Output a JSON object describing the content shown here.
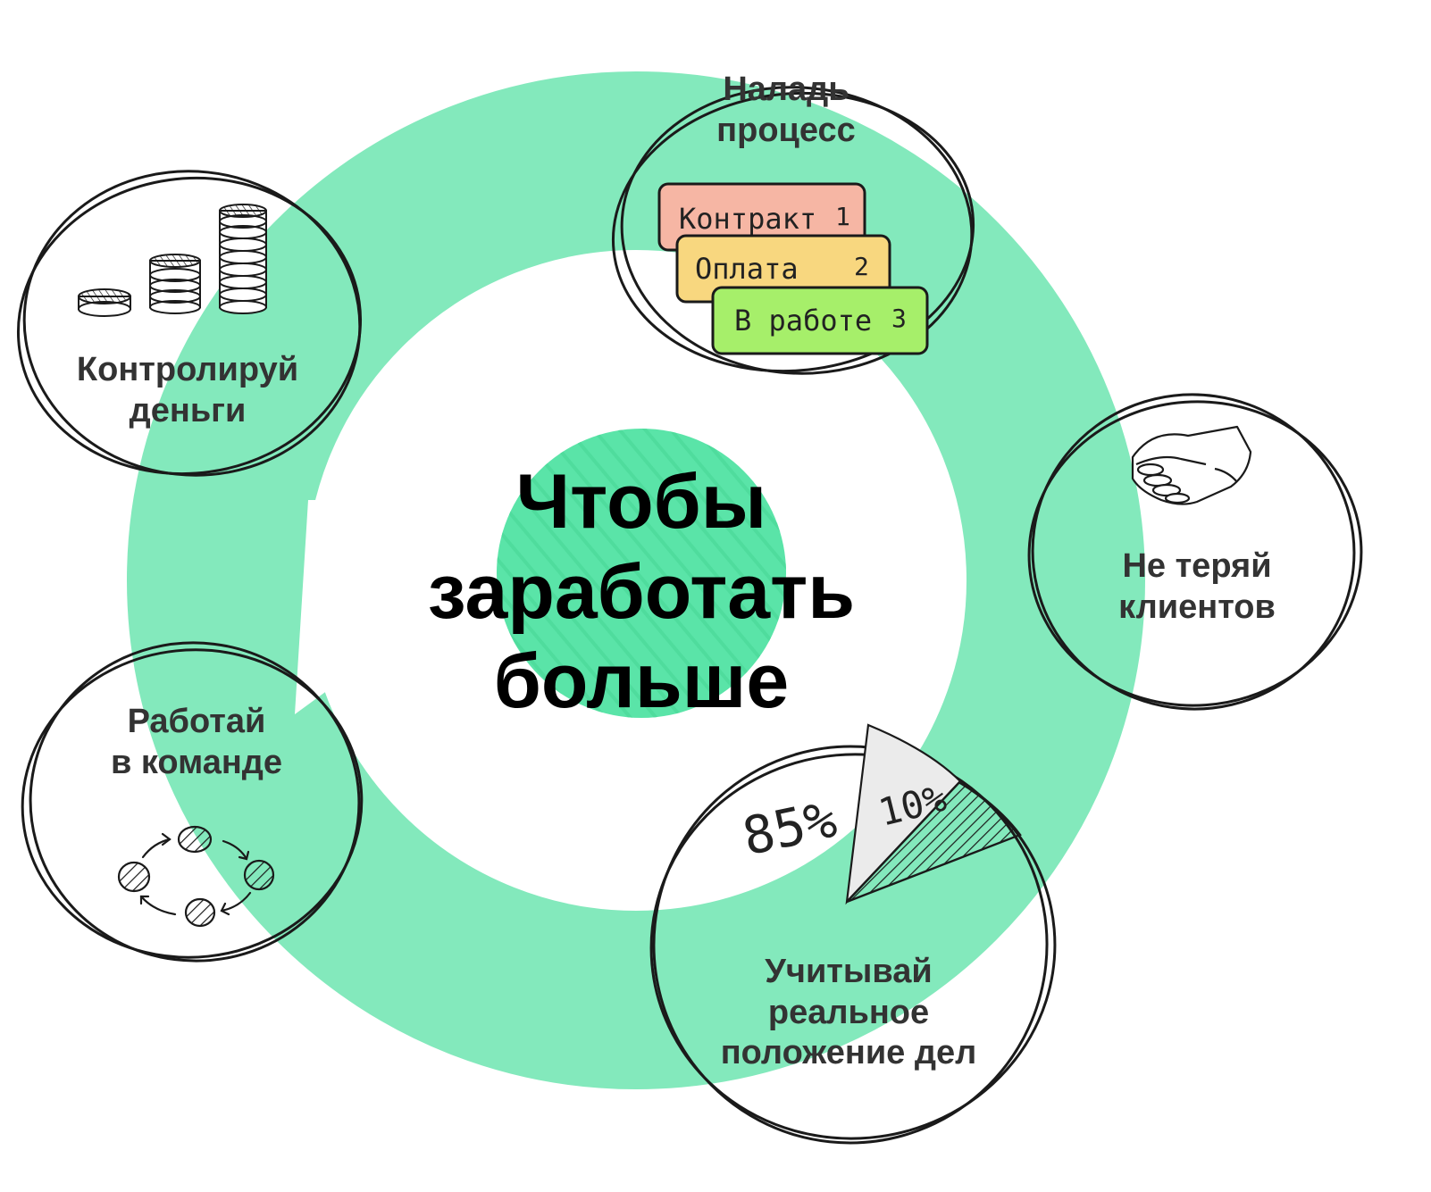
{
  "colors": {
    "ring": "#83e9bc",
    "center_blob": "#5ae4a8",
    "outline": "#1a1a1a",
    "sticky_1": "#f6b6a4",
    "sticky_2": "#f8d77f",
    "sticky_3": "#a6ef6a",
    "pie_light": "#ebebeb"
  },
  "center": {
    "line1": "Чтобы",
    "line2": "заработать",
    "line3": "больше"
  },
  "nodes": {
    "process": {
      "line1": "Наладь",
      "line2": "процесс",
      "stickies": [
        {
          "label": "Контракт",
          "number": "1"
        },
        {
          "label": "Оплата",
          "number": "2"
        },
        {
          "label": "В работе",
          "number": "3"
        }
      ]
    },
    "money": {
      "line1": "Контролируй",
      "line2": "деньги",
      "icon": "coin-stacks-icon"
    },
    "clients": {
      "line1": "Не теряй",
      "line2": "клиентов",
      "icon": "handshake-icon"
    },
    "team": {
      "line1": "Работай",
      "line2": "в команде",
      "icon": "team-cycle-icon"
    },
    "reality": {
      "line1": "Учитывай",
      "line2": "реальное",
      "line3": "положение дел",
      "pie_labels": [
        "85%",
        "10%"
      ],
      "pie_values": [
        85,
        10,
        5
      ]
    }
  }
}
